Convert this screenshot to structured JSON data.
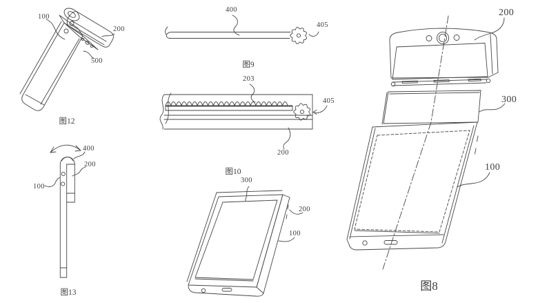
{
  "drawing": {
    "background": "#ffffff",
    "line_color": "#454545",
    "dark_color": "#262626",
    "label_color": "#3d3d3d",
    "gray_band_color": "#dcdcdc"
  },
  "figures": {
    "fig12": {
      "caption": "图12",
      "labels": {
        "body": "100",
        "flip": "200",
        "deck": "500"
      }
    },
    "fig9": {
      "caption": "图9",
      "labels": {
        "shaft": "400",
        "gear": "405"
      }
    },
    "fig10": {
      "caption": "图10",
      "labels": {
        "teeth": "203",
        "gear": "405",
        "flip": "200"
      }
    },
    "fig13": {
      "caption": "图13",
      "labels": {
        "hinge": "400",
        "flip": "200",
        "body": "100"
      }
    },
    "fig11": {
      "labels": {
        "panel": "300",
        "buttons": "200",
        "body": "100"
      }
    },
    "fig8": {
      "caption": "图8",
      "labels": {
        "flip": "200",
        "panel": "300",
        "body": "100"
      }
    }
  }
}
